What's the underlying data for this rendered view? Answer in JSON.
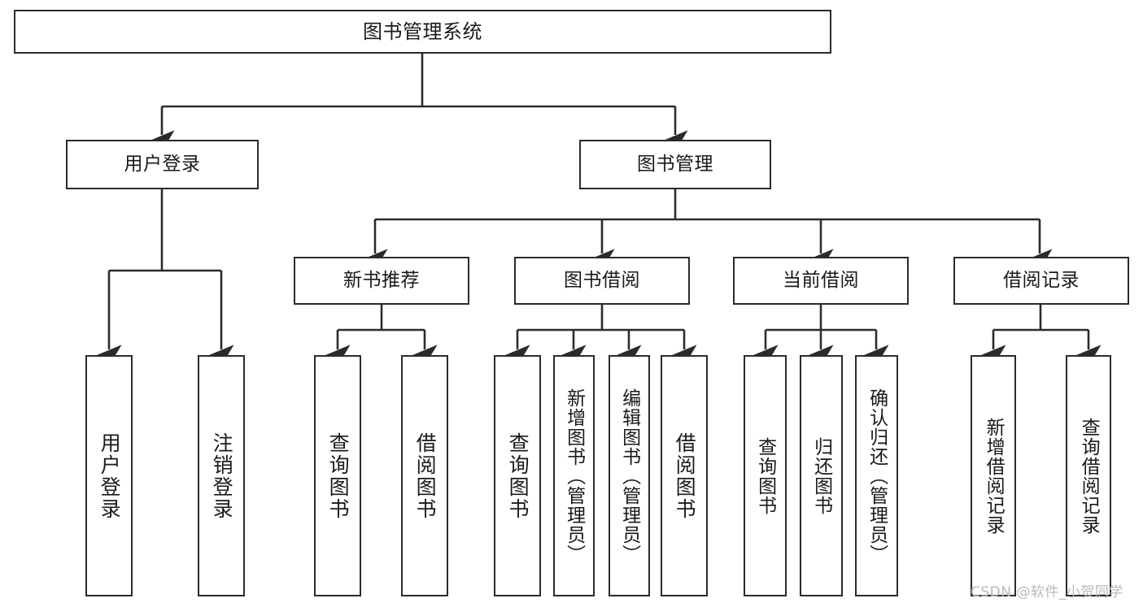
{
  "diagram": {
    "title": "图书管理系统",
    "type": "hierarchy-tree",
    "colors": {
      "box_border": "#2b2b2b",
      "box_fill": "#ffffff",
      "connector": "#2b2b2b",
      "watermark": "#b9b9b9",
      "background": "#ffffff"
    },
    "levels": {
      "root": {
        "label": "图书管理系统"
      },
      "level2": [
        {
          "label": "用户登录"
        },
        {
          "label": "图书管理"
        }
      ],
      "level3": [
        {
          "label": "新书推荐"
        },
        {
          "label": "图书借阅"
        },
        {
          "label": "当前借阅"
        },
        {
          "label": "借阅记录"
        }
      ],
      "leaves": {
        "user_login": [
          {
            "label": "用户登录"
          },
          {
            "label": "注销登录"
          }
        ],
        "new_book_recommend": [
          {
            "label": "查询图书"
          },
          {
            "label": "借阅图书"
          }
        ],
        "book_borrow": [
          {
            "label": "查询图书"
          },
          {
            "label": "新增图书（管理员）"
          },
          {
            "label": "编辑图书（管理员）"
          },
          {
            "label": "借阅图书"
          }
        ],
        "current_borrow": [
          {
            "label": "查询图书"
          },
          {
            "label": "归还图书"
          },
          {
            "label": "确认归还（管理员）"
          }
        ],
        "borrow_records": [
          {
            "label": "新增借阅记录"
          },
          {
            "label": "查询借阅记录"
          }
        ]
      }
    }
  },
  "watermark": {
    "text": "CSDN @软件_小贺同学"
  }
}
